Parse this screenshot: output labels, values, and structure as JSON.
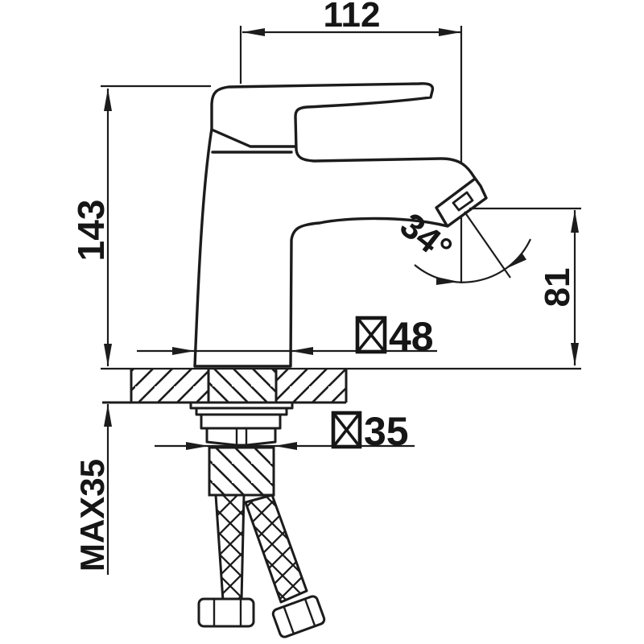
{
  "drawing": {
    "background_color": "#ffffff",
    "line_color": "#1c1c1c",
    "labels": {
      "width_top": "112",
      "height_total": "143",
      "spout_height": "81",
      "spout_angle": "34°",
      "base_diameter": "48",
      "shank_diameter": "35",
      "max_thickness": "MAX35"
    },
    "icons": {
      "diameter_symbol": "boxed-x-glyph"
    }
  }
}
